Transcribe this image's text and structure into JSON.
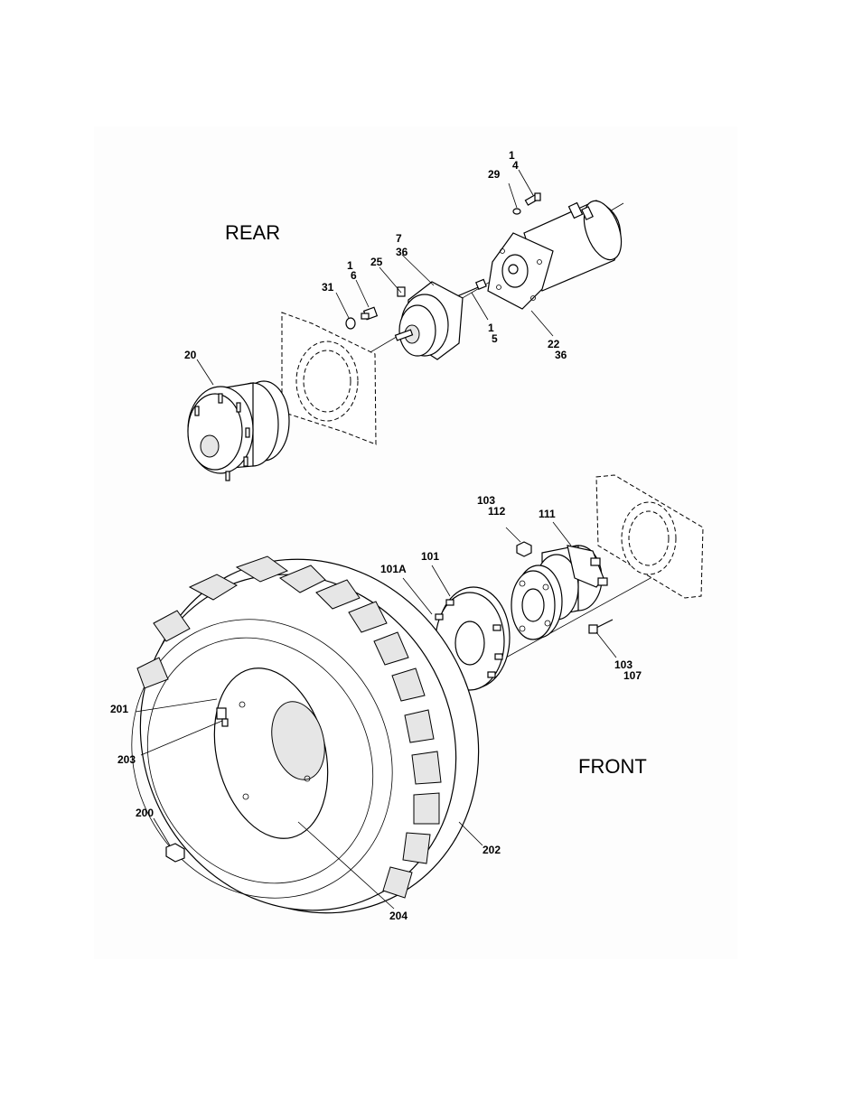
{
  "headings": {
    "rear": "REAR",
    "front": "FRONT"
  },
  "callouts": {
    "c1a": "1",
    "c4": "4",
    "c29": "29",
    "c7": "7",
    "c36a": "36",
    "c25": "25",
    "c1b": "1",
    "c6": "6",
    "c31": "31",
    "c1c": "1",
    "c5": "5",
    "c22": "22",
    "c36b": "36",
    "c20": "20",
    "c103a": "103",
    "c112": "112",
    "c111": "111",
    "c101": "101",
    "c101A": "101A",
    "c103b": "103",
    "c107": "107",
    "c201": "201",
    "c203": "203",
    "c200": "200",
    "c202": "202",
    "c204": "204"
  }
}
